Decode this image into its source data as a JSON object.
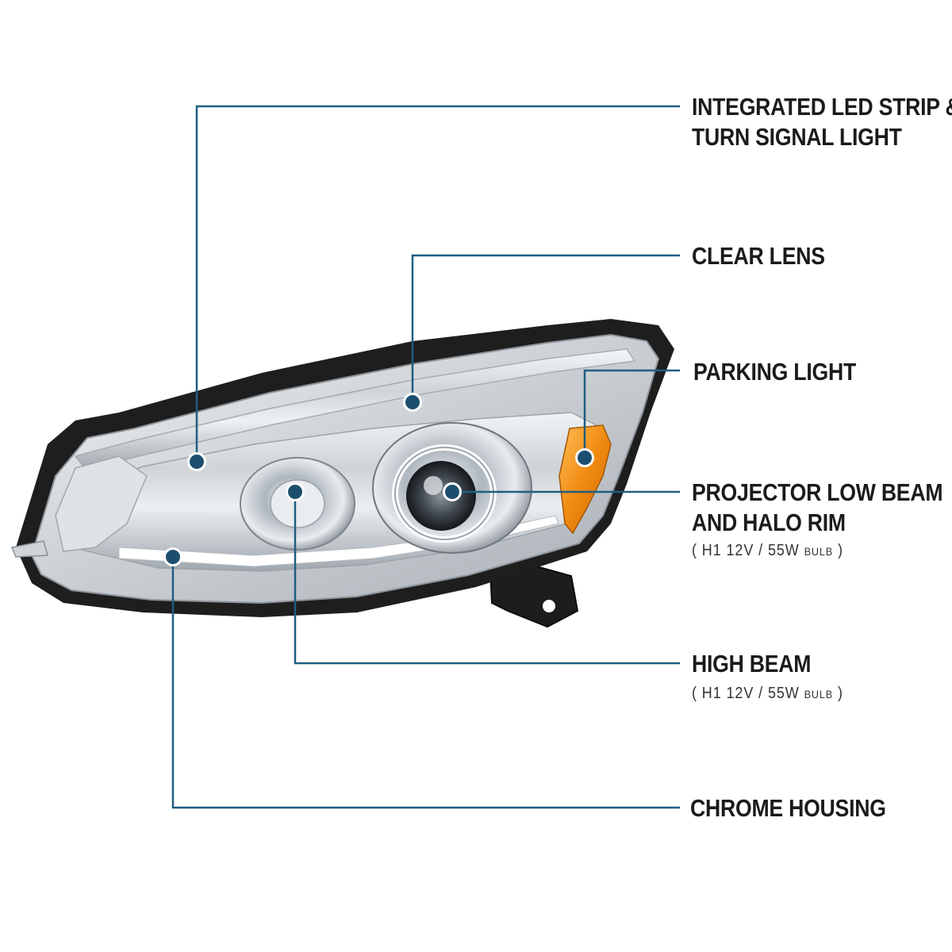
{
  "colors": {
    "leader_line": "#1f5e80",
    "marker_dot": "#1c4f6f",
    "chrome": "#c9ced3",
    "housing_black": "#1e1e1e",
    "amber": "#f0890f"
  },
  "callouts": [
    {
      "id": "led-strip",
      "lines": [
        "INTEGRATED LED STRIP &",
        "TURN SIGNAL LIGHT"
      ]
    },
    {
      "id": "clear-lens",
      "lines": [
        "CLEAR LENS"
      ]
    },
    {
      "id": "parking-light",
      "lines": [
        "PARKING LIGHT"
      ]
    },
    {
      "id": "projector-low-beam",
      "lines": [
        "PROJECTOR LOW BEAM",
        "AND HALO RIM"
      ],
      "spec": {
        "open": "(",
        "value": "H1  12V / 55W",
        "unit": "BULB",
        "close": ")"
      }
    },
    {
      "id": "high-beam",
      "lines": [
        "HIGH BEAM"
      ],
      "spec": {
        "open": "(",
        "value": "H1  12V / 55W",
        "unit": "BULB",
        "close": ")"
      }
    },
    {
      "id": "chrome-housing",
      "lines": [
        "CHROME HOUSING"
      ]
    }
  ]
}
